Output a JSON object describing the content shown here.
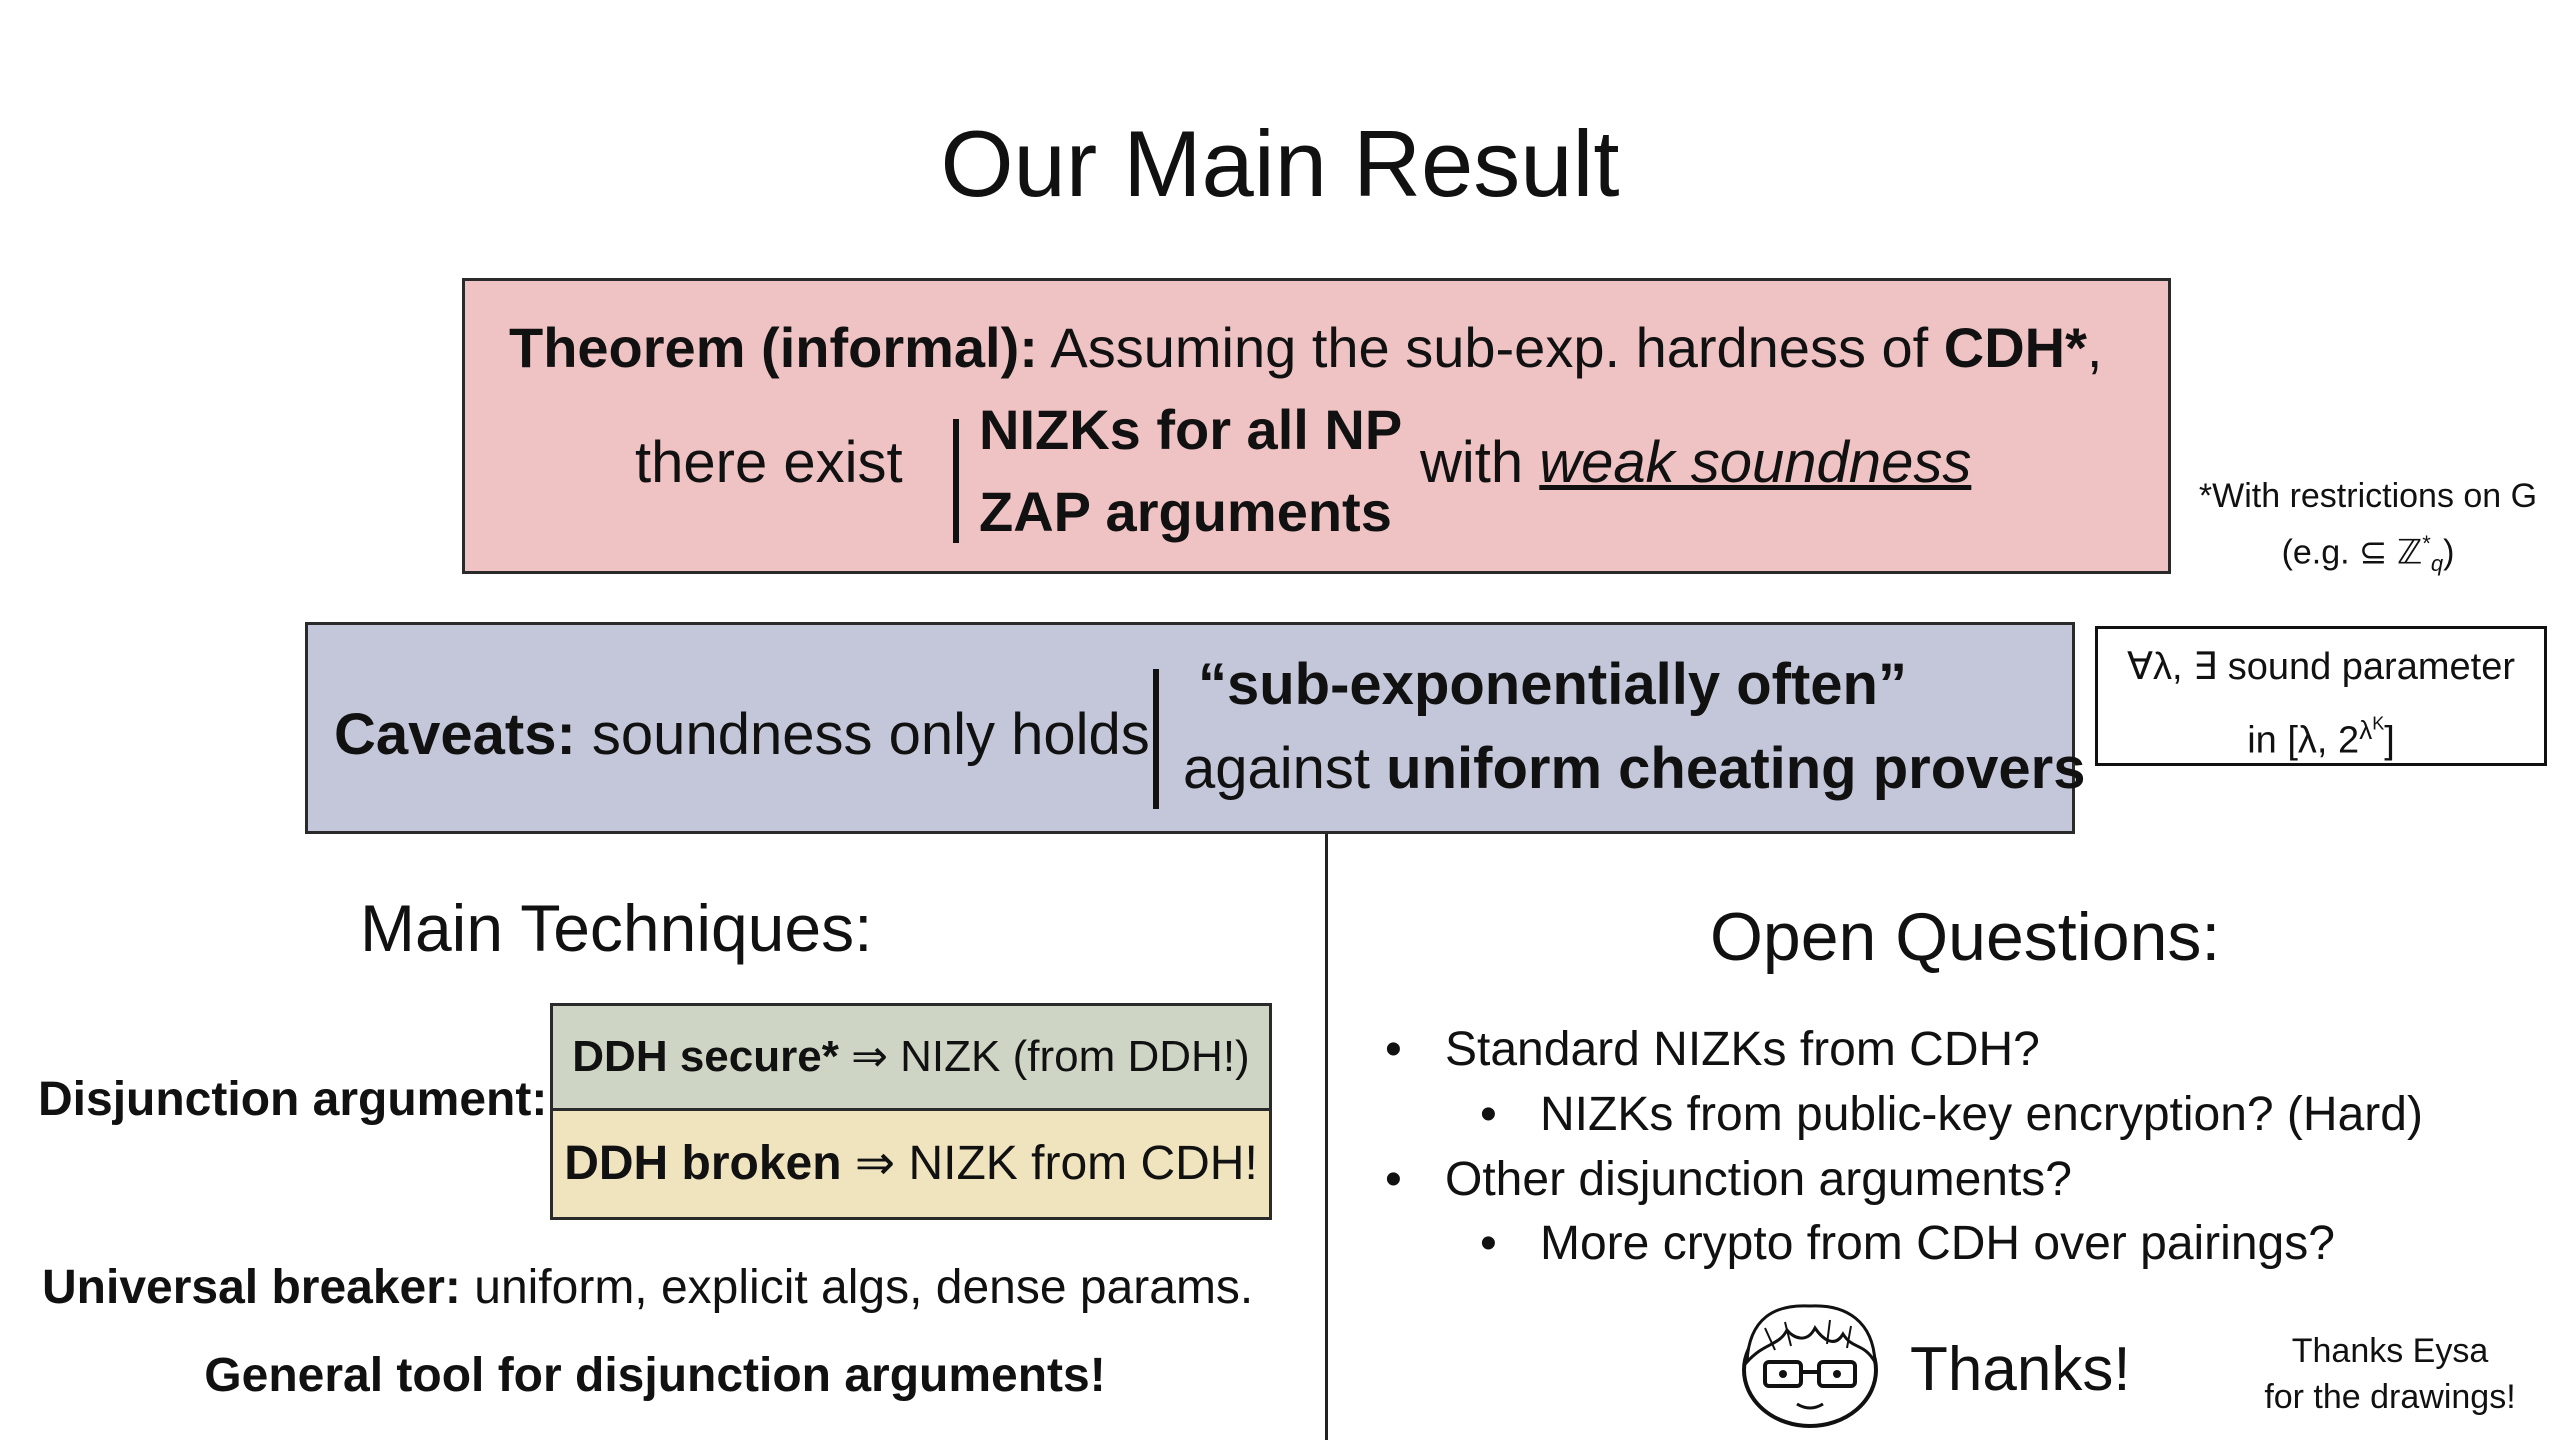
{
  "slide": {
    "title": "Our Main Result",
    "theorem": {
      "label": "Theorem (informal):",
      "assumption": " Assuming the sub-exp. hardness of ",
      "cdh": "CDH*",
      "comma": ",",
      "there_exist": "there exist",
      "nizks": "NIZKs for all NP",
      "zaps": "ZAP arguments",
      "with": "with ",
      "weak_soundness": "weak soundness"
    },
    "footnote": {
      "line1": "*With restrictions on G",
      "line2": "(e.g. ⊆ ℤ",
      "sup": "*",
      "sub": "q",
      "close": ")"
    },
    "caveats": {
      "label": "Caveats:",
      "text": " soundness only holds",
      "sub_exp": "“sub-exponentially often”",
      "against": "against ",
      "uniform": "uniform cheating provers"
    },
    "param_box": {
      "line1": "∀λ, ∃ sound parameter",
      "line2_pre": "in [λ, 2",
      "line2_sup": "λ",
      "line2_supsup": "K",
      "line2_post": "]"
    },
    "techniques": {
      "title": "Main Techniques:",
      "disjunction_label": "Disjunction argument:",
      "ddh_secure_bold": "DDH secure*",
      "ddh_secure_rest": " ⇒ NIZK (from DDH!)",
      "ddh_broken_bold": "DDH broken",
      "ddh_broken_rest": " ⇒ NIZK from CDH!",
      "universal_bold": "Universal breaker:",
      "universal_rest": " uniform, explicit algs, dense params.",
      "general": "General tool for disjunction arguments!"
    },
    "open_questions": {
      "title": "Open Questions:",
      "items": [
        "Standard NIZKs from CDH?",
        "NIZKs from public-key encryption? (Hard)",
        "Other disjunction arguments?",
        "More crypto from CDH over pairings?"
      ],
      "bullet": "•"
    },
    "thanks": "Thanks!",
    "credit_line1": "Thanks Eysa",
    "credit_line2": "for the drawings!"
  }
}
